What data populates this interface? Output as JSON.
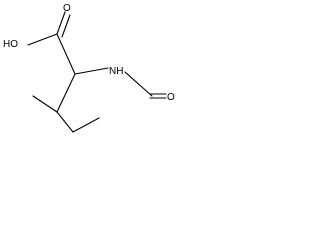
{
  "structure": {
    "atoms": {
      "hydroxyl": "HO",
      "carbonyl_oxygen_acid": "O",
      "amide_nitrogen": "NH",
      "formyl_oxygen": "O"
    },
    "colors": {
      "bond": "#000000",
      "label": "#000000",
      "background": "#ffffff"
    }
  }
}
